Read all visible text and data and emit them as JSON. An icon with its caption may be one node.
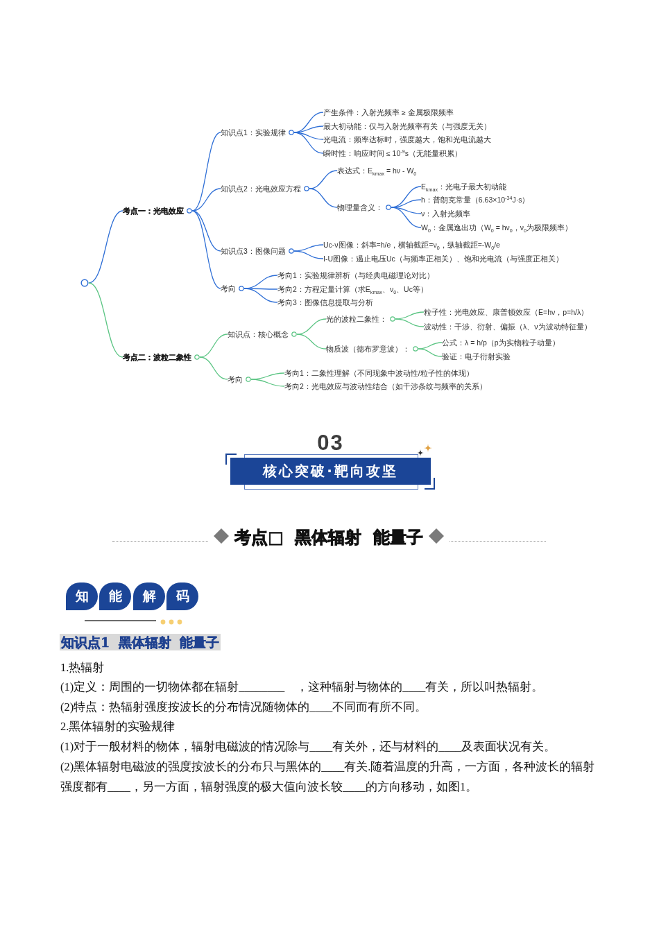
{
  "diagram": {
    "nodes": [
      {
        "text": [],
        "shape": "circle"
      },
      {
        "text": [
          "考点一：光电效应"
        ]
      },
      {
        "text": [
          "知识点1：实验规律"
        ]
      },
      {
        "text": [
          "产生条件：入射光频率 ≥ 金属极限频率"
        ]
      },
      {
        "text": [
          "最大初动能：仅与入射光频率有关（与强度无关）"
        ]
      },
      {
        "text": [
          "光电流：频率达标时，强度越大，饱和光电流越大"
        ]
      },
      {
        "text": [
          "瞬时性：响应时间 ≤ 10$^{-9}$s（无能量积累）"
        ]
      },
      {
        "text": [
          "知识点2：光电效应方程"
        ]
      },
      {
        "text": [
          "表达式：E$_{kmax}$ = hν - W$_{0}$"
        ]
      },
      {
        "text": [
          "物理量含义："
        ]
      },
      {
        "text": [
          "E$_{kmax}$：光电子最大初动能"
        ]
      },
      {
        "text": [
          "h：普朗克常量（6.63×10$^{-34}$J·s）"
        ]
      },
      {
        "text": [
          "ν：入射光频率"
        ]
      },
      {
        "text": [
          "W$_{0}$：金属逸出功（W$_{0}$ = hν$_{0}$，ν$_{0}$为极限频率）"
        ]
      },
      {
        "text": [
          "知识点3：图像问题"
        ]
      },
      {
        "text": [
          "Uc-ν图像：斜率=h/e，横轴截距=ν$_{0}$，纵轴截距=-W$_{0}$/e"
        ]
      },
      {
        "text": [
          "I-U图像：遏止电压Uc（与频率正相关）、饱和光电流（与强度正相关）"
        ]
      },
      {
        "text": [
          "考向"
        ]
      },
      {
        "text": [
          "考向1：实验规律辨析（与经典电磁理论对比）"
        ]
      },
      {
        "text": [
          "考向2：方程定量计算（求E$_{kmax}$、ν$_{0}$、Uc等）"
        ]
      },
      {
        "text": [
          "考向3：图像信息提取与分析"
        ]
      },
      {
        "text": [
          "考点二：波粒二象性"
        ]
      },
      {
        "text": [
          "知识点：核心概念"
        ]
      },
      {
        "text": [
          "光的波粒二象性："
        ]
      },
      {
        "text": [
          "粒子性：光电效应、康普顿效应（E=hν，p=h/λ）"
        ]
      },
      {
        "text": [
          "波动性：干涉、衍射、偏振（λ、ν为波动特征量）"
        ]
      },
      {
        "text": [
          "物质波（德布罗意波）："
        ]
      },
      {
        "text": [
          "公式：λ = h/p（p为实物粒子动量）"
        ]
      },
      {
        "text": [
          "验证：电子衍射实验"
        ]
      },
      {
        "text": [
          "考向"
        ]
      },
      {
        "text": [
          "考向1：二象性理解（不同现象中波动性/粒子性的体现）"
        ]
      },
      {
        "text": [
          "考向2：光电效应与波动性结合（如干涉条纹与频率的关系）"
        ]
      },
      {
        "text": [
          "核心突破·靶向攻坚"
        ],
        "beside": [
          "03"
        ]
      },
      {
        "text": [
          "知"
        ]
      },
      {
        "text": [
          "能"
        ]
      },
      {
        "text": [
          "解"
        ]
      },
      {
        "text": [
          "码"
        ]
      },
      {
        "text": [
          "知识点1 黑体辐射 能量子"
        ]
      }
    ],
    "edges": [
      {
        "from": 0,
        "to": 1,
        "arrow": "none"
      },
      {
        "from": 1,
        "to": 2,
        "arrow": "none"
      },
      {
        "from": 2,
        "to": 3,
        "arrow": "none"
      },
      {
        "from": 2,
        "to": 4,
        "arrow": "none"
      },
      {
        "from": 2,
        "to": 5,
        "arrow": "none"
      },
      {
        "from": 2,
        "to": 6,
        "arrow": "none"
      },
      {
        "from": 1,
        "to": 7,
        "arrow": "none"
      },
      {
        "from": 7,
        "to": 8,
        "arrow": "none"
      },
      {
        "from": 7,
        "to": 9,
        "arrow": "none"
      },
      {
        "from": 9,
        "to": 10,
        "arrow": "none"
      },
      {
        "from": 9,
        "to": 11,
        "arrow": "none"
      },
      {
        "from": 9,
        "to": 12,
        "arrow": "none"
      },
      {
        "from": 9,
        "to": 13,
        "arrow": "none"
      },
      {
        "from": 1,
        "to": 14,
        "arrow": "none"
      },
      {
        "from": 14,
        "to": 15,
        "arrow": "none"
      },
      {
        "from": 14,
        "to": 16,
        "arrow": "none"
      },
      {
        "from": 1,
        "to": 17,
        "arrow": "none"
      },
      {
        "from": 17,
        "to": 18,
        "arrow": "none"
      },
      {
        "from": 17,
        "to": 19,
        "arrow": "none"
      },
      {
        "from": 17,
        "to": 20,
        "arrow": "none"
      },
      {
        "from": 0,
        "to": 21,
        "arrow": "none",
        "color": "#5cc584"
      },
      {
        "from": 21,
        "to": 22,
        "arrow": "none",
        "color": "#5cc584"
      },
      {
        "from": 22,
        "to": 23,
        "arrow": "none",
        "color": "#5cc584"
      },
      {
        "from": 23,
        "to": 24,
        "arrow": "none",
        "color": "#5cc584"
      },
      {
        "from": 23,
        "to": 25,
        "arrow": "none",
        "color": "#5cc584"
      },
      {
        "from": 22,
        "to": 26,
        "arrow": "none",
        "color": "#5cc584"
      },
      {
        "from": 26,
        "to": 27,
        "arrow": "none",
        "color": "#5cc584"
      },
      {
        "from": 26,
        "to": 28,
        "arrow": "none",
        "color": "#5cc584"
      },
      {
        "from": 21,
        "to": 29,
        "arrow": "none",
        "color": "#5cc584"
      },
      {
        "from": 29,
        "to": 30,
        "arrow": "none",
        "color": "#5cc584"
      },
      {
        "from": 29,
        "to": 31,
        "arrow": "none",
        "color": "#5cc584"
      }
    ],
    "labels": [
      "考点□ 黑体辐射 能量子",
      "1.热辐射",
      "(1)定义：周围的一切物体都在辐射________　，这种辐射与物体的____有关，所以叫热辐射。",
      "(2)特点：热辐射强度按波长的分布情况随物体的____不同而有所不同。",
      "2.黑体辐射的实验规律",
      "(1)对于一般材料的物体，辐射电磁波的情况除与____有关外，还与材料的____及表面状况有关。",
      "(2)黑体辐射电磁波的强度按波长的分布只与黑体的____有关.随着温度的升高，一方面，各种波长的辐射强度都有____，另一方面，辐射强度的极大值向波长较____的方向移动，如图1。"
    ]
  }
}
